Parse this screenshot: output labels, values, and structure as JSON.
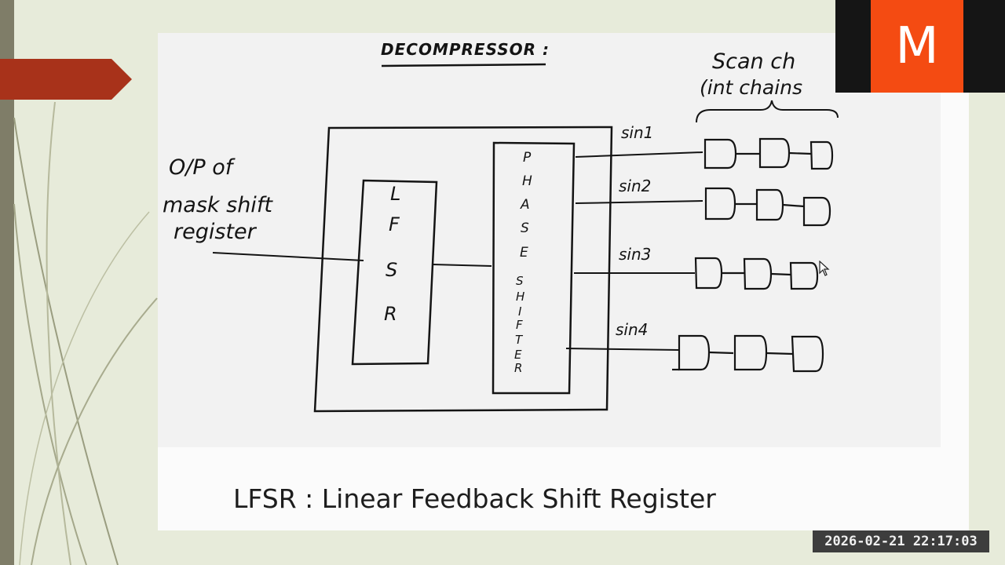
{
  "slide": {
    "heading": "DECOMPRESSOR :",
    "input_label_lines": [
      "O/P of",
      "mask shift",
      "register"
    ],
    "lfsr_letters": [
      "L",
      "F",
      "S",
      "R"
    ],
    "phase_shifter_letters": [
      "P",
      "H",
      "A",
      "S",
      "E",
      "S",
      "H",
      "I",
      "F",
      "T",
      "E",
      "R"
    ],
    "outputs": [
      "sin1",
      "sin2",
      "sin3",
      "sin4"
    ],
    "scan_label_lines": [
      "Scan ch",
      "(int chains"
    ],
    "caption": "LFSR : Linear Feedback Shift Register"
  },
  "overlay": {
    "logo_letter": "M",
    "timestamp": "2026-02-21  22:17:03"
  },
  "colors": {
    "background": "#e7ebda",
    "accent_banner": "#a8321a",
    "logo_orange": "#f44b12"
  }
}
